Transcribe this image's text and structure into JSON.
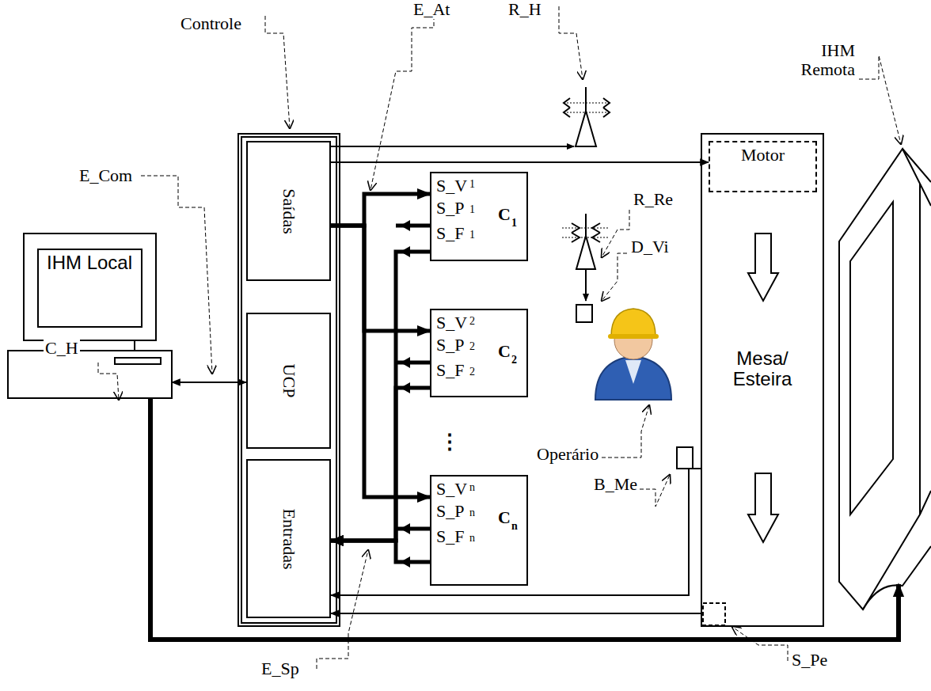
{
  "diagram": {
    "nodes": [
      {
        "text": [
          "Controle"
        ]
      },
      {
        "text": [
          "Saídas"
        ],
        "in": 0
      },
      {
        "text": [
          "UCP"
        ],
        "in": 0
      },
      {
        "text": [
          "Entradas"
        ],
        "in": 0
      },
      {
        "text": [
          "S_V",
          "1",
          "S_P",
          "1",
          "S_F",
          "1",
          "C",
          "1"
        ]
      },
      {
        "text": [
          "S_V",
          "2",
          "S_P",
          "2",
          "S_F",
          "2",
          "C",
          "2"
        ]
      },
      {
        "text": [
          "S_V",
          "n",
          "S_P",
          "n",
          "S_F",
          "n",
          "C",
          "n"
        ]
      },
      {
        "text": [
          "Mesa/ Esteira"
        ]
      },
      {
        "text": [
          "Motor"
        ],
        "in": 7
      },
      {
        "text": [
          "IHM Local"
        ]
      },
      {
        "text": [
          "IHM Remota"
        ]
      }
    ],
    "edges": [
      {
        "from": 9,
        "to": 2,
        "arrow": "both"
      },
      {
        "from": 1,
        "to": 4,
        "arrow": "to"
      },
      {
        "from": 1,
        "to": 5,
        "arrow": "to"
      },
      {
        "from": 1,
        "to": 6,
        "arrow": "to"
      },
      {
        "from": 1,
        "to": 8,
        "arrow": "to"
      },
      {
        "from": 4,
        "to": 3,
        "arrow": "to"
      },
      {
        "from": 5,
        "to": 3,
        "arrow": "to"
      },
      {
        "from": 6,
        "to": 3,
        "arrow": "to"
      },
      {
        "from": 7,
        "to": 3,
        "arrow": "to"
      },
      {
        "from": 7,
        "to": 3,
        "arrow": "to"
      },
      {
        "from": 9,
        "to": 10,
        "arrow": "to"
      }
    ],
    "labels": [
      "R_H",
      "E_At",
      "E_Com",
      "C_H",
      "R_Re",
      "D_Vi",
      "Operário",
      "B_Me",
      "E_Sp",
      "S_Pe",
      "⋮"
    ]
  }
}
